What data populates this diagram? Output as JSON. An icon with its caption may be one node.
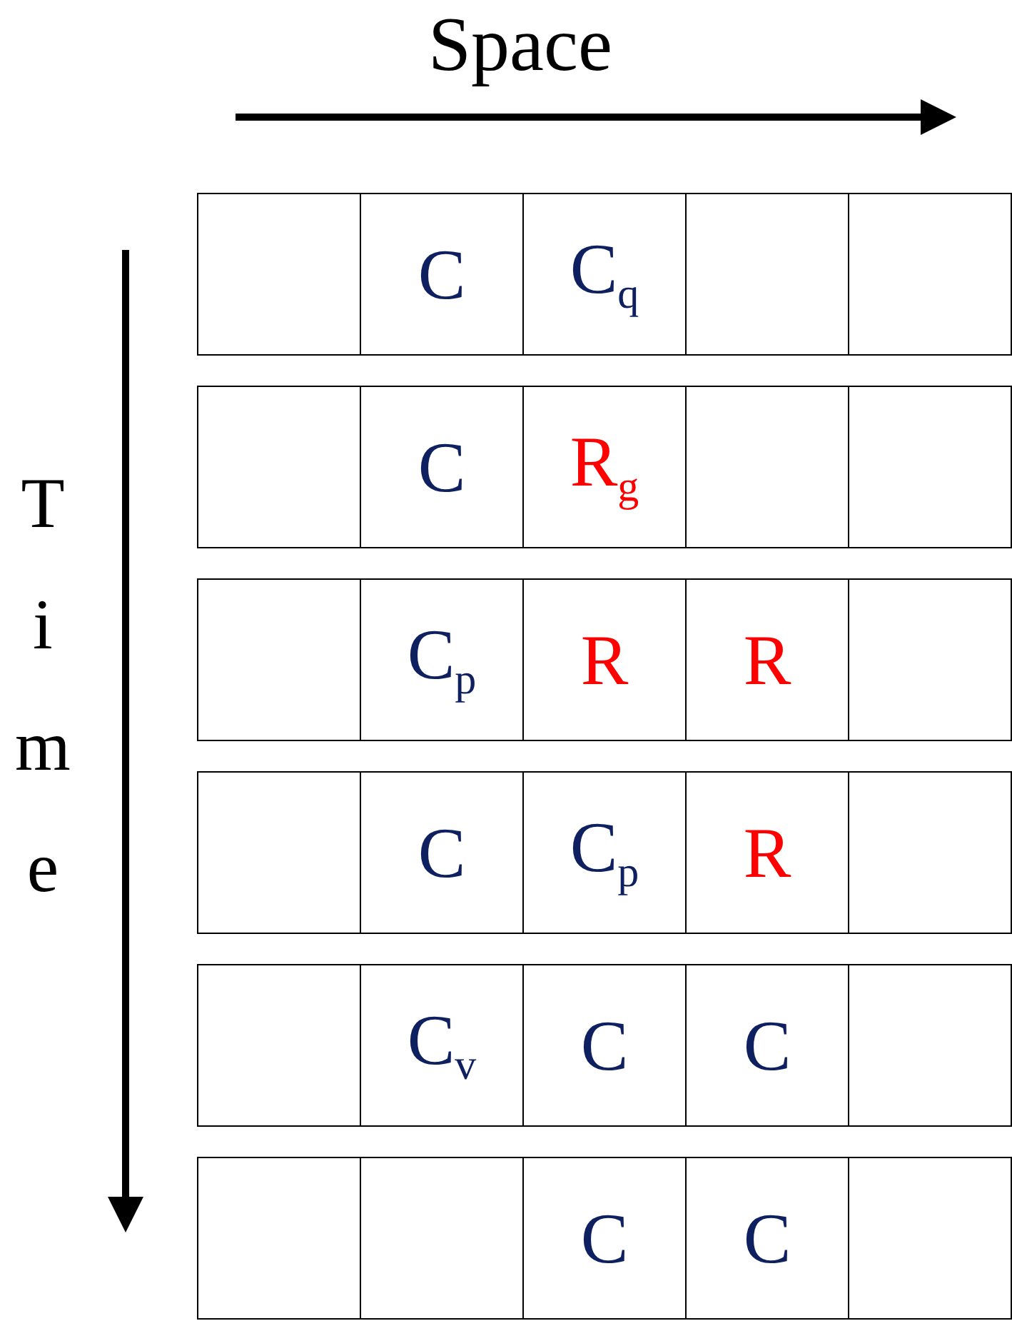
{
  "diagram": {
    "nodes": [
      {
        "text": [],
        "shape": "box"
      },
      {
        "text": [
          "C"
        ]
      },
      {
        "text": [
          "C$_{q}$"
        ]
      },
      {
        "text": [],
        "shape": "box"
      },
      {
        "text": [],
        "shape": "box"
      },
      {
        "text": [],
        "shape": "box"
      },
      {
        "text": [
          "C"
        ]
      },
      {
        "text": [
          "R$_{g}$"
        ]
      },
      {
        "text": [],
        "shape": "box"
      },
      {
        "text": [],
        "shape": "box"
      },
      {
        "text": [],
        "shape": "box"
      },
      {
        "text": [
          "C$_{p}$"
        ]
      },
      {
        "text": [
          "R"
        ]
      },
      {
        "text": [
          "R"
        ]
      },
      {
        "text": [],
        "shape": "box"
      },
      {
        "text": [],
        "shape": "box"
      },
      {
        "text": [
          "C"
        ]
      },
      {
        "text": [
          "C$_{p}$"
        ]
      },
      {
        "text": [
          "R"
        ]
      },
      {
        "text": [],
        "shape": "box"
      },
      {
        "text": [],
        "shape": "box"
      },
      {
        "text": [
          "C$_{v}$"
        ]
      },
      {
        "text": [
          "C"
        ]
      },
      {
        "text": [
          "C"
        ]
      },
      {
        "text": [],
        "shape": "box"
      },
      {
        "text": [],
        "shape": "box"
      },
      {
        "text": [],
        "shape": "box"
      },
      {
        "text": [
          "C"
        ]
      },
      {
        "text": [
          "C"
        ]
      },
      {
        "text": [],
        "shape": "box"
      }
    ],
    "labels": [
      "Space",
      "Time"
    ]
  }
}
